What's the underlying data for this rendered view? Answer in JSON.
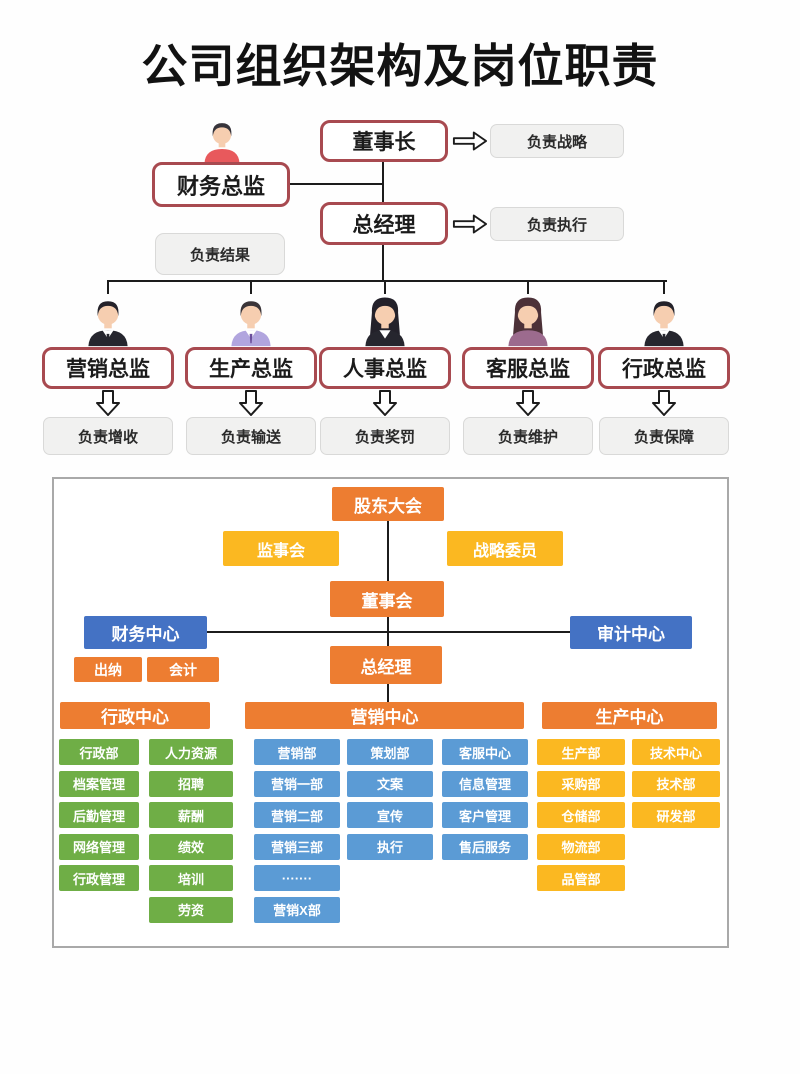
{
  "title": "公司组织架构及岗位职责",
  "colors": {
    "orange": "#ED7D31",
    "gold": "#FBB821",
    "green": "#6FAE46",
    "blue_light": "#5B9BD5",
    "blue_dark": "#4472C4",
    "red_border": "#A84A50",
    "line": "#1c1c1c",
    "gray_box_bg": "#f1f1f0"
  },
  "icons": {
    "right_arrow": "right-arrow-icon",
    "down_arrow": "down-arrow-icon",
    "person": "person-avatar-icon"
  },
  "top_chart": {
    "chairman": "董事长",
    "chairman_duty": "负责战略",
    "gm": "总经理",
    "gm_duty": "负责执行",
    "cfo": "财务总监",
    "cfo_duty": "负责结果",
    "cfo_avatar": "person-red",
    "directors": [
      {
        "label": "营销总监",
        "duty": "负责增收",
        "avatar": "male-dark"
      },
      {
        "label": "生产总监",
        "duty": "负责输送",
        "avatar": "male-purple"
      },
      {
        "label": "人事总监",
        "duty": "负责奖罚",
        "avatar": "female-dark"
      },
      {
        "label": "客服总监",
        "duty": "负责维护",
        "avatar": "female-brown"
      },
      {
        "label": "行政总监",
        "duty": "负责保障",
        "avatar": "male-dark"
      }
    ]
  },
  "org_chart": {
    "shareholders": "股东大会",
    "supervisory": "监事会",
    "strategy_committee": "战略委员",
    "board": "董事会",
    "finance_center": "财务中心",
    "audit_center": "审计中心",
    "cashier": "出纳",
    "accountant": "会计",
    "general_manager": "总经理",
    "centers": [
      {
        "label": "行政中心",
        "dept_color": "green",
        "columns": [
          [
            "行政部",
            "档案管理",
            "后勤管理",
            "网络管理",
            "行政管理"
          ],
          [
            "人力资源",
            "招聘",
            "薪酬",
            "绩效",
            "培训",
            "劳资"
          ]
        ]
      },
      {
        "label": "营销中心",
        "dept_color": "blue",
        "columns": [
          [
            "营销部",
            "营销一部",
            "营销二部",
            "营销三部",
            "·······",
            "营销X部"
          ],
          [
            "策划部",
            "文案",
            "宣传",
            "执行"
          ],
          [
            "客服中心",
            "信息管理",
            "客户管理",
            "售后服务"
          ]
        ]
      },
      {
        "label": "生产中心",
        "dept_color": "gold",
        "columns": [
          [
            "生产部",
            "采购部",
            "仓储部",
            "物流部",
            "品管部"
          ],
          [
            "技术中心",
            "技术部",
            "研发部"
          ]
        ]
      }
    ]
  }
}
